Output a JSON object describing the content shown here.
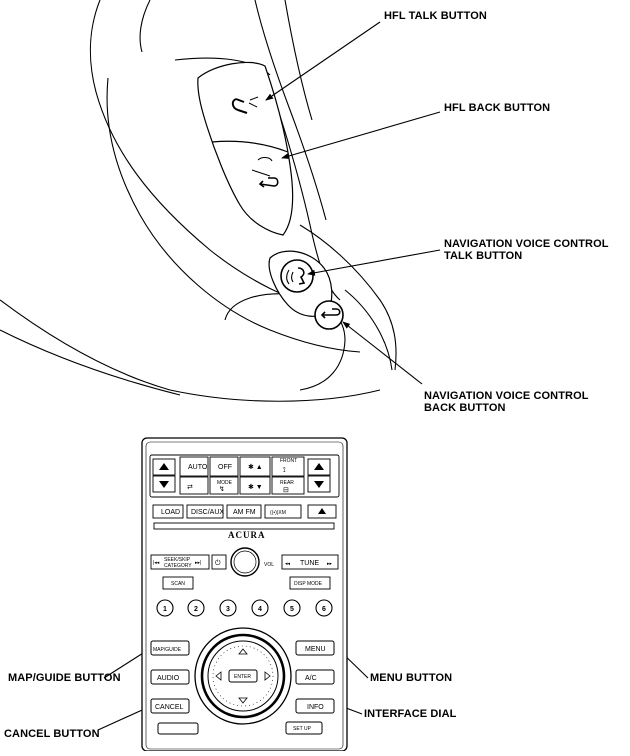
{
  "callouts": {
    "hfl_talk": "HFL TALK BUTTON",
    "hfl_back": "HFL BACK BUTTON",
    "nav_talk_line1": "NAVIGATION VOICE CONTROL",
    "nav_talk_line2": "TALK BUTTON",
    "nav_back_line1": "NAVIGATION VOICE CONTROL",
    "nav_back_line2": "BACK BUTTON",
    "map_guide": "MAP/GUIDE BUTTON",
    "menu": "MENU BUTTON",
    "interface_dial": "INTERFACE DIAL",
    "cancel": "CANCEL BUTTON"
  },
  "panel": {
    "climate": {
      "auto": "AUTO",
      "off": "OFF",
      "front": "FRONT",
      "mode": "MODE",
      "rear": "REAR"
    },
    "source": {
      "load": "LOAD",
      "disc_aux": "DISC/AUX",
      "am_fm": "AM FM"
    },
    "brand": "ACURA",
    "seek": {
      "seek_skip_line1": "SEEK/SKIP",
      "seek_skip_line2": "CATEGORY",
      "vol": "VOL",
      "tune": "TUNE"
    },
    "scan": "SCAN",
    "disp_mode": "DISP MODE",
    "presets": [
      "1",
      "2",
      "3",
      "4",
      "5",
      "6"
    ],
    "map_guide": "MAP/GUIDE",
    "menu": "MENU",
    "audio": "AUDIO",
    "ac": "A/C",
    "cancel": "CANCEL",
    "info": "INFO",
    "enter": "ENTER",
    "setup": "SET UP"
  },
  "icons": {
    "hfl_talk": "phone-talk-icon",
    "hfl_back": "phone-back-icon",
    "nav_talk": "voice-talk-icon",
    "nav_back": "back-arrow-icon"
  }
}
